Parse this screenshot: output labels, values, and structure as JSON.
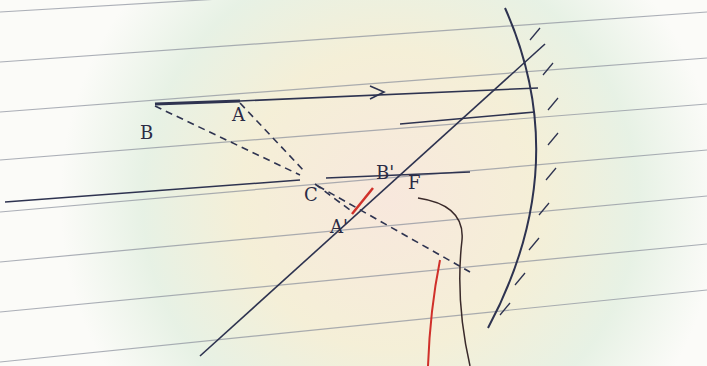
{
  "diagram": {
    "labels": [
      "B",
      "A",
      "C",
      "B'",
      "A'",
      "F"
    ]
  }
}
